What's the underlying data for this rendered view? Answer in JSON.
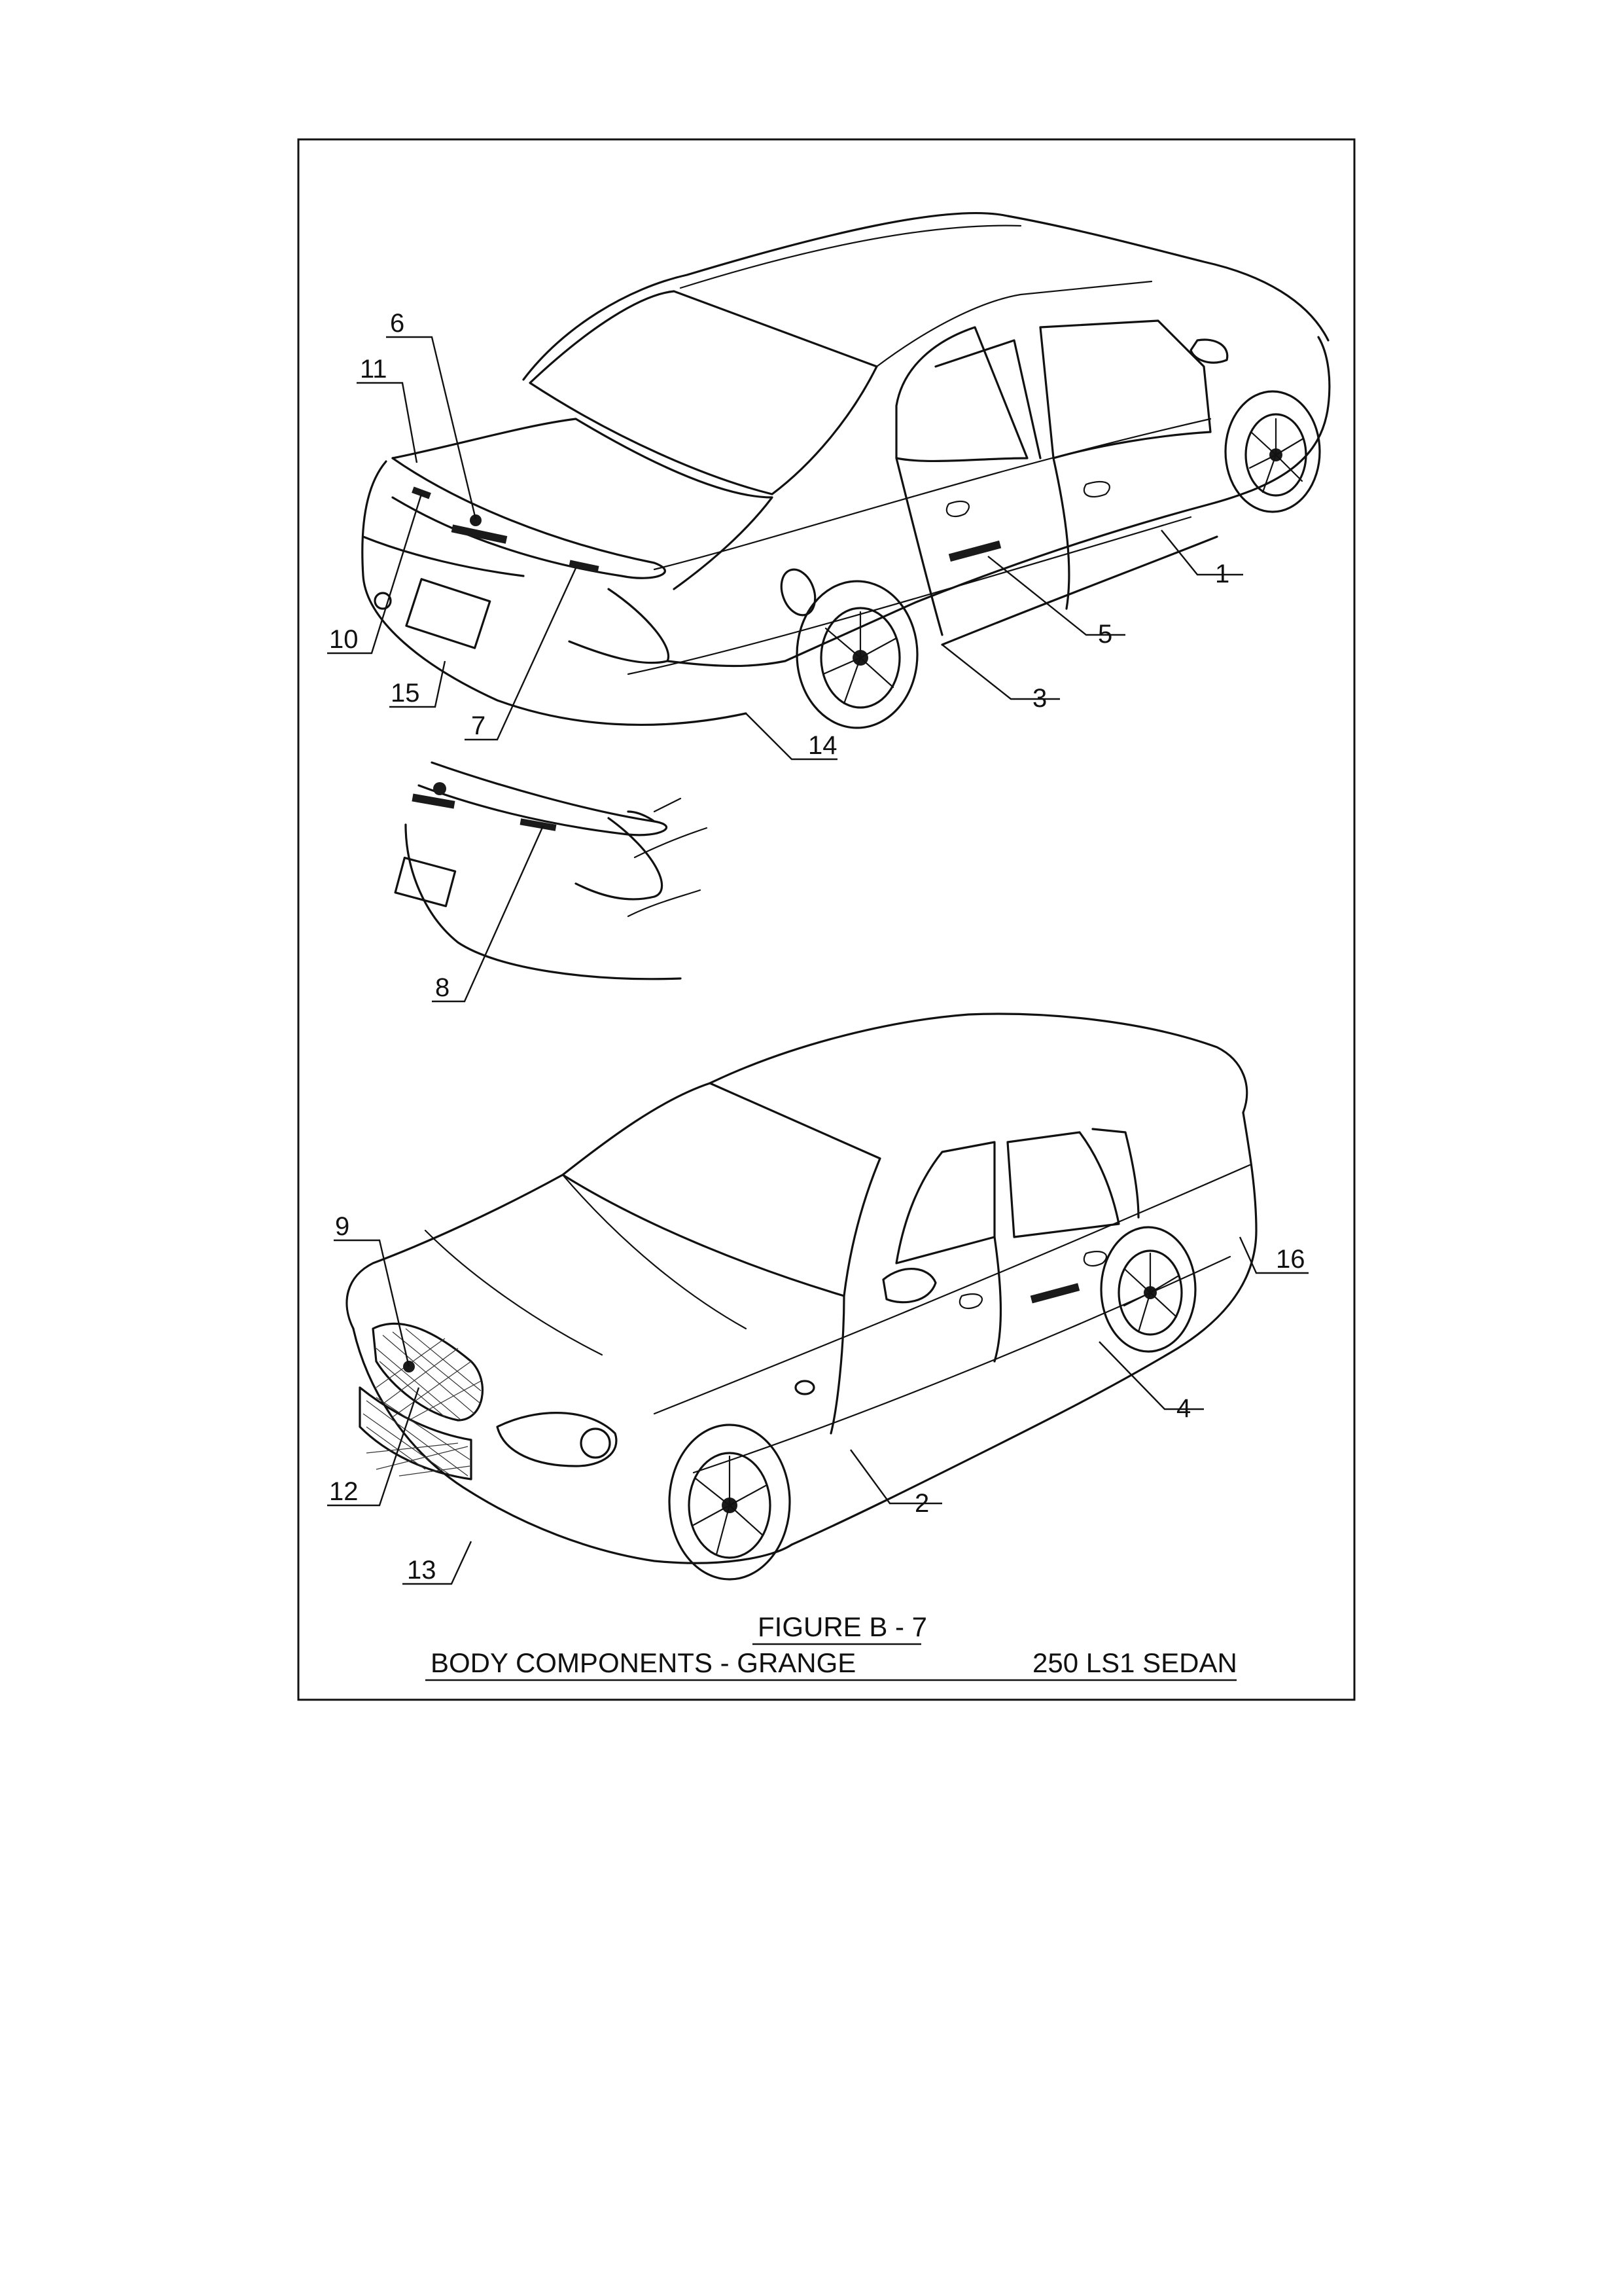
{
  "figure": {
    "title": "FIGURE B - 7",
    "subtitle": "BODY COMPONENTS - GRANGE",
    "model": "250 LS1 SEDAN"
  },
  "callouts": [
    "1",
    "2",
    "3",
    "4",
    "5",
    "6",
    "7",
    "8",
    "9",
    "10",
    "11",
    "12",
    "13",
    "14",
    "15",
    "16"
  ]
}
